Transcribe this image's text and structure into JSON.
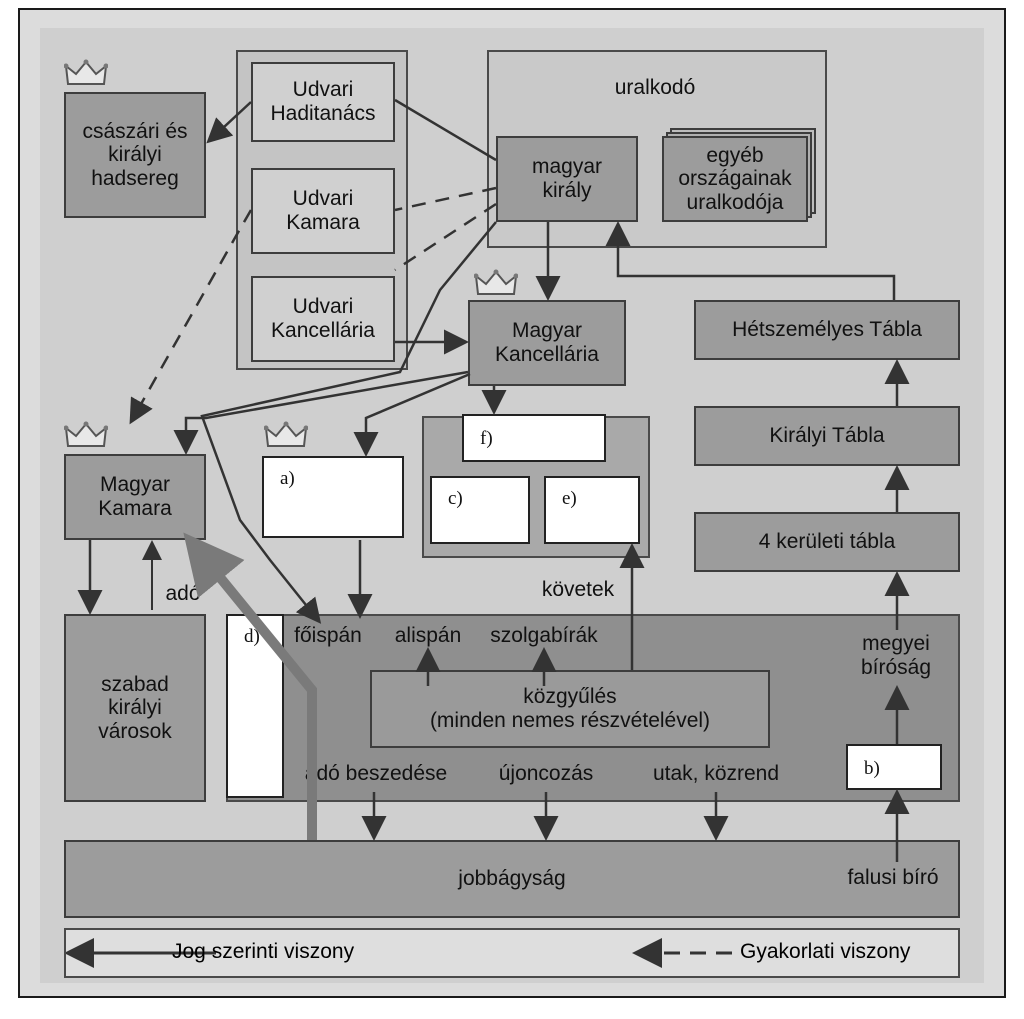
{
  "boxes": {
    "csaszari": "császári és\nkirályi\nhadsereg",
    "haditanacs": "Udvari\nHaditanács",
    "kamara": "Udvari\nKamara",
    "kancellaria_udvari": "Udvari\nKancellária",
    "uralkodo": "uralkodó",
    "magyar_kiraly": "magyar\nkirály",
    "egyeb": "egyéb\nországainak\nuralkodója",
    "hetszemelyes": "Hétszemélyes Tábla",
    "kiralyi_tabla": "Királyi Tábla",
    "keruleti": "4 kerületi tábla",
    "magyar_kancellaria": "Magyar\nKancellária",
    "magyar_kamara": "Magyar\nKamara",
    "szabad": "szabad\nkirályi\nvárosok",
    "jobbagysag": "jobbágyság"
  },
  "blanks": {
    "a": "a)",
    "b": "b)",
    "c": "c)",
    "d": "d)",
    "e": "e)",
    "f": "f)"
  },
  "labels": {
    "ado": "adó",
    "kovetek": "követek",
    "foispan": "főispán",
    "alispan": "alispán",
    "szolgabirak": "szolgabírák",
    "kozgyules": "közgyűlés\n(minden nemes részvételével)",
    "ado_beszedese": "adó beszedése",
    "ujoncozas": "újoncozás",
    "utak": "utak, közrend",
    "megyei": "megyei\nbíróság",
    "falusi": "falusi bíró"
  },
  "legend": {
    "solid": "Jog szerinti viszony",
    "dashed": "Gyakorlati viszony"
  },
  "colors": {
    "box_fill": "#9c9c9c",
    "panel_fill": "#bdbdbd",
    "county_fill": "#8f8f8f",
    "arrow": "#333333",
    "thick_arrow": "#7a7a7a"
  },
  "icons": [
    "crown-icon"
  ]
}
